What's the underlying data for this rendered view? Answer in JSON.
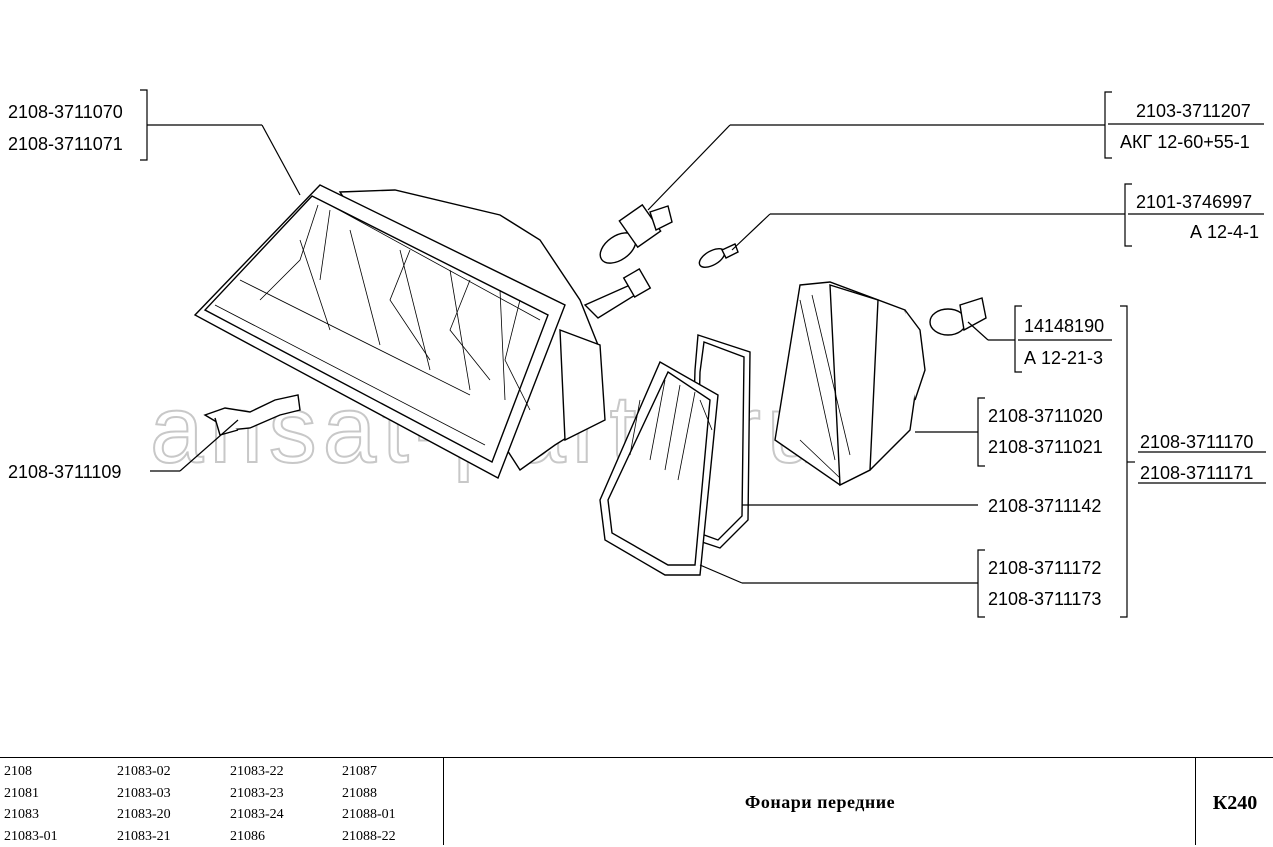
{
  "watermark": "ansat-parts.ru",
  "callouts": {
    "headlamp": [
      "2108-3711070",
      "2108-3711071"
    ],
    "bulb_main": [
      "2103-3711207",
      "АКГ 12-60+55-1"
    ],
    "bulb_small": [
      "2101-3746997",
      "А 12-4-1"
    ],
    "bulb_turn": [
      "14148190",
      "А 12-21-3"
    ],
    "turn_housing": [
      "2108-3711020",
      "2108-3711021"
    ],
    "turn_assembly": [
      "2108-3711170",
      "2108-3711171"
    ],
    "bracket": "2108-3711109",
    "gasket": "2108-3711142",
    "lens": [
      "2108-3711172",
      "2108-3711173"
    ]
  },
  "footer": {
    "models": [
      [
        "2108",
        "21081",
        "21083",
        "21083-01"
      ],
      [
        "21083-02",
        "21083-03",
        "21083-20",
        "21083-21"
      ],
      [
        "21083-22",
        "21083-23",
        "21083-24",
        "21086"
      ],
      [
        "21087",
        "21088",
        "21088-01",
        "21088-22"
      ]
    ],
    "title": "Фонари передние",
    "code": "К240"
  }
}
